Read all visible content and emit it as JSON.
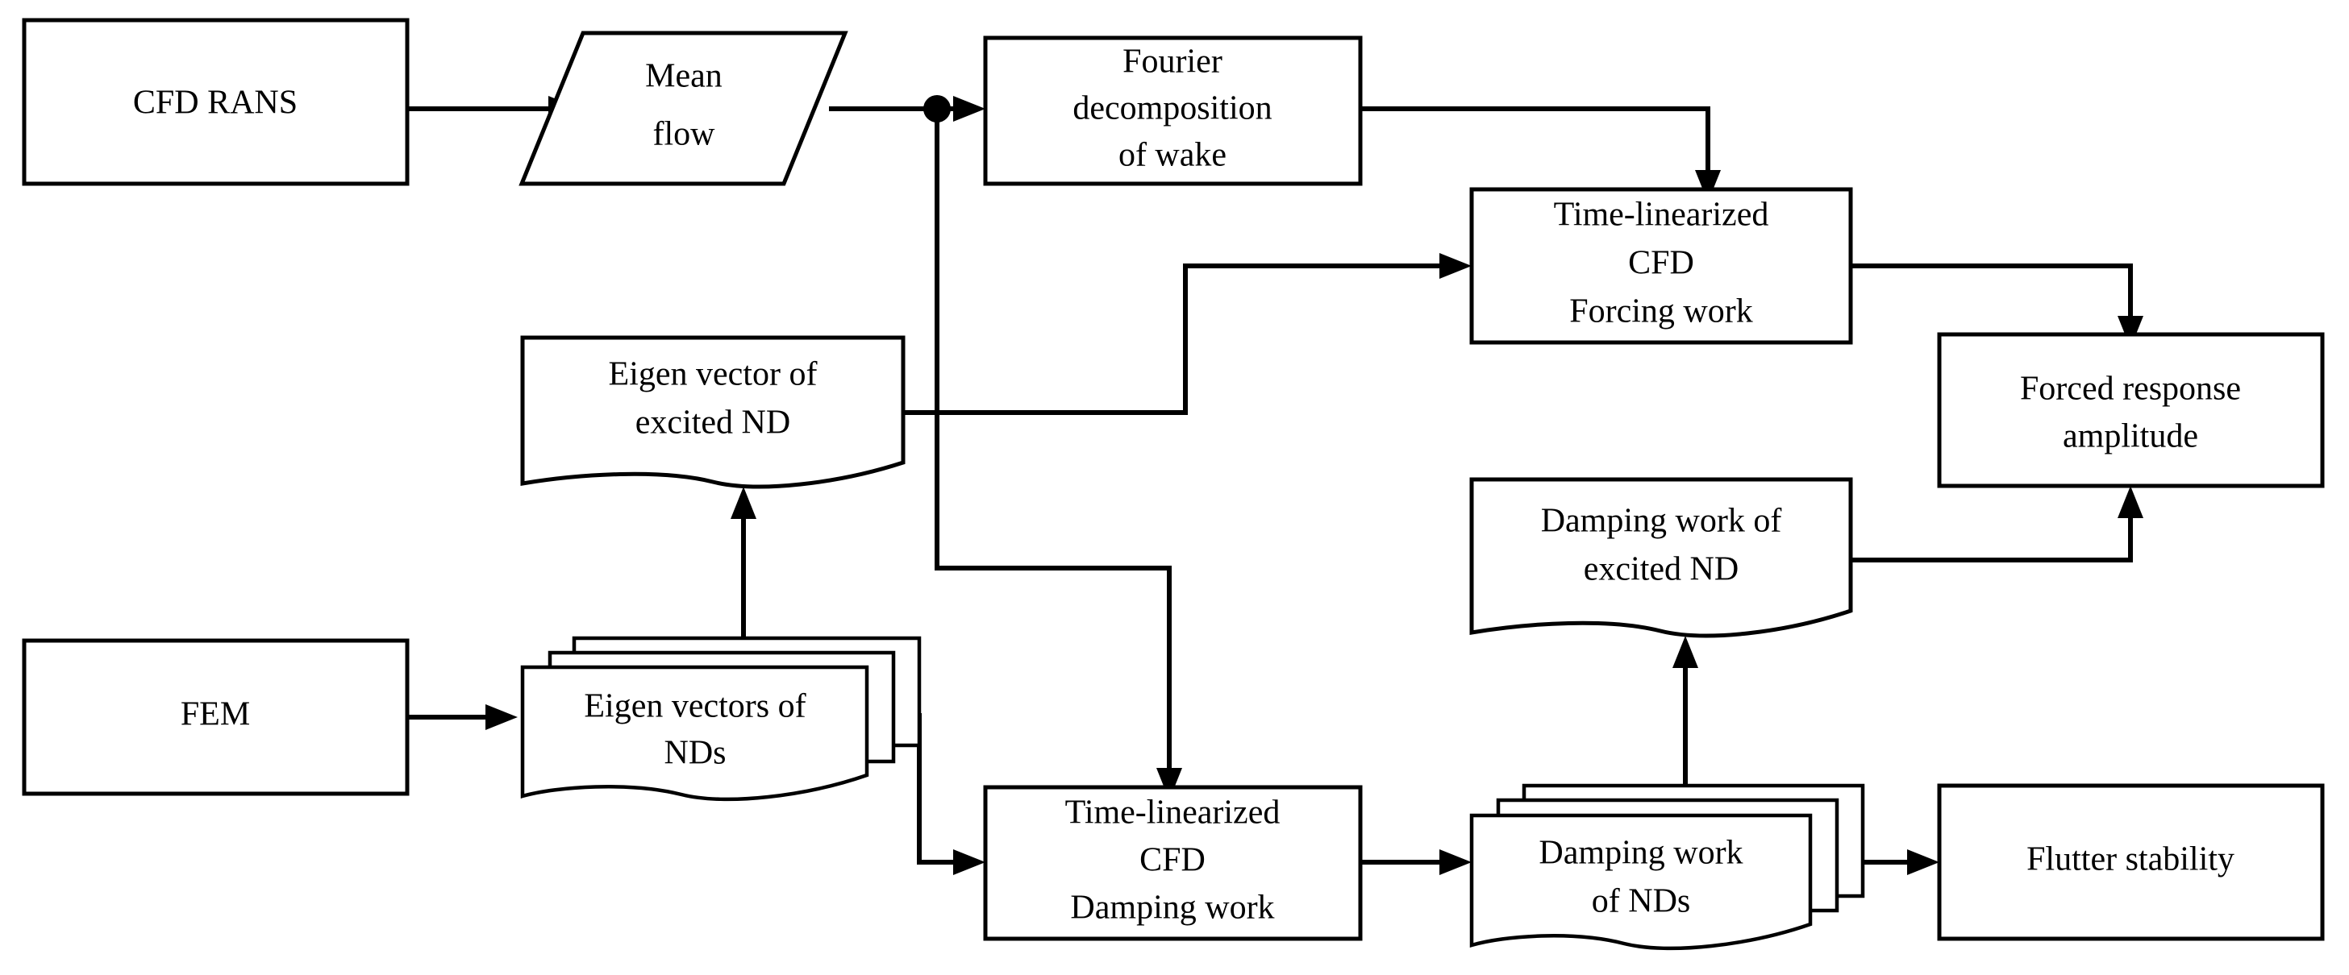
{
  "diagram": {
    "title": "Aeroelastic CFD-FEM coupled workflow flowchart",
    "background_color": "#ffffff",
    "line_color": "#000000",
    "fill_color": "#ffffff",
    "nodes": {
      "cfd_rans": {
        "label": "CFD RANS",
        "shape": "process-box"
      },
      "mean_flow": {
        "line1": "Mean",
        "line2": "flow",
        "shape": "parallelogram-data"
      },
      "fourier": {
        "line1": "Fourier",
        "line2": "decomposition",
        "line3": "of wake",
        "shape": "process-box"
      },
      "forcing_work": {
        "line1": "Time-linearized",
        "line2": "CFD",
        "line3": "Forcing work",
        "shape": "process-box"
      },
      "forced_response": {
        "line1": "Forced response",
        "line2": "amplitude",
        "shape": "process-box"
      },
      "eigen_excited": {
        "line1": "Eigen vector of",
        "line2": "excited ND",
        "shape": "document"
      },
      "damping_excited": {
        "line1": "Damping work of",
        "line2": "excited ND",
        "shape": "document"
      },
      "fem": {
        "label": "FEM",
        "shape": "process-box"
      },
      "eigen_nds": {
        "line1": "Eigen vectors of",
        "line2": "NDs",
        "shape": "multi-document"
      },
      "damping_work_cfd": {
        "line1": "Time-linearized",
        "line2": "CFD",
        "line3": "Damping work",
        "shape": "process-box"
      },
      "damping_nds": {
        "line1": "Damping work",
        "line2": "of NDs",
        "shape": "multi-document"
      },
      "flutter": {
        "label": "Flutter stability",
        "shape": "process-box"
      }
    },
    "edges": [
      {
        "from": "cfd_rans",
        "to": "mean_flow",
        "arrow": true
      },
      {
        "from": "mean_flow",
        "to": "fourier",
        "arrow": true,
        "junction": true
      },
      {
        "from": "mean_flow",
        "to": "damping_work_cfd",
        "arrow": true
      },
      {
        "from": "fourier",
        "to": "forcing_work",
        "arrow": true
      },
      {
        "from": "eigen_excited",
        "to": "forcing_work",
        "arrow": true
      },
      {
        "from": "forcing_work",
        "to": "forced_response",
        "arrow": true
      },
      {
        "from": "damping_excited",
        "to": "forced_response",
        "arrow": true
      },
      {
        "from": "fem",
        "to": "eigen_nds",
        "arrow": true
      },
      {
        "from": "eigen_nds",
        "to": "eigen_excited",
        "arrow": true
      },
      {
        "from": "eigen_nds",
        "to": "damping_work_cfd",
        "arrow": true
      },
      {
        "from": "damping_work_cfd",
        "to": "damping_nds",
        "arrow": true
      },
      {
        "from": "damping_nds",
        "to": "damping_excited",
        "arrow": true
      },
      {
        "from": "damping_nds",
        "to": "flutter",
        "arrow": true
      }
    ]
  }
}
